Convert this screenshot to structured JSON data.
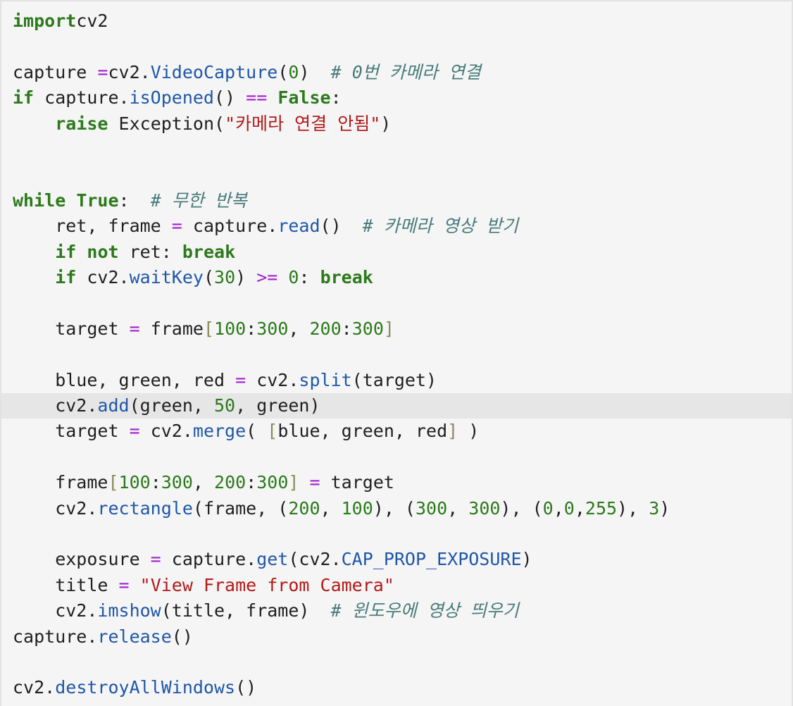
{
  "editor": {
    "language": "python",
    "active_line_index": 15,
    "colors": {
      "background": "#f5f5f5",
      "active_line": "#e6e6e6",
      "keyword": "#2c7a1b",
      "operator": "#a21fd1",
      "function": "#1e57a8",
      "number": "#2c7a1b",
      "string": "#b21a1a",
      "comment": "#487b7b",
      "plain": "#1f1f1f"
    },
    "lines": [
      [
        [
          "kw",
          "import"
        ],
        [
          "",
          "cv2"
        ]
      ],
      [],
      [
        [
          "",
          "capture "
        ],
        [
          "op",
          "="
        ],
        [
          "",
          "cv2."
        ],
        [
          "fn",
          "VideoCapture"
        ],
        [
          "",
          "("
        ],
        [
          "num",
          "0"
        ],
        [
          "",
          ")  "
        ],
        [
          "cm",
          "# 0번 카메라 연결"
        ]
      ],
      [
        [
          "kw",
          "if"
        ],
        [
          "",
          " capture."
        ],
        [
          "fn",
          "isOpened"
        ],
        [
          "",
          "() "
        ],
        [
          "op",
          "=="
        ],
        [
          "",
          " "
        ],
        [
          "kw",
          "False"
        ],
        [
          "",
          ":"
        ]
      ],
      [
        [
          "",
          "    "
        ],
        [
          "kw",
          "raise"
        ],
        [
          "",
          " Exception("
        ],
        [
          "str",
          "\"카메라 연결 안됨\""
        ],
        [
          "",
          ")"
        ]
      ],
      [],
      [],
      [
        [
          "kw",
          "while"
        ],
        [
          "",
          " "
        ],
        [
          "kw",
          "True"
        ],
        [
          "",
          ":  "
        ],
        [
          "cm",
          "# 무한 반복"
        ]
      ],
      [
        [
          "",
          "    ret, frame "
        ],
        [
          "op",
          "="
        ],
        [
          "",
          " capture."
        ],
        [
          "fn",
          "read"
        ],
        [
          "",
          "()  "
        ],
        [
          "cm",
          "# 카메라 영상 받기"
        ]
      ],
      [
        [
          "",
          "    "
        ],
        [
          "kw",
          "if"
        ],
        [
          "",
          " "
        ],
        [
          "kw",
          "not"
        ],
        [
          "",
          " ret: "
        ],
        [
          "kw",
          "break"
        ]
      ],
      [
        [
          "",
          "    "
        ],
        [
          "kw",
          "if"
        ],
        [
          "",
          " cv2."
        ],
        [
          "fn",
          "waitKey"
        ],
        [
          "",
          "("
        ],
        [
          "num",
          "30"
        ],
        [
          "",
          ") "
        ],
        [
          "op",
          ">="
        ],
        [
          "",
          " "
        ],
        [
          "num",
          "0"
        ],
        [
          "",
          ": "
        ],
        [
          "kw",
          "break"
        ]
      ],
      [],
      [
        [
          "",
          "    target "
        ],
        [
          "op",
          "="
        ],
        [
          "",
          " frame"
        ],
        [
          "br",
          "["
        ],
        [
          "num",
          "100"
        ],
        [
          "",
          ":"
        ],
        [
          "num",
          "300"
        ],
        [
          "",
          ", "
        ],
        [
          "num",
          "200"
        ],
        [
          "",
          ":"
        ],
        [
          "num",
          "300"
        ],
        [
          "br",
          "]"
        ]
      ],
      [],
      [
        [
          "",
          "    blue, green, red "
        ],
        [
          "op",
          "="
        ],
        [
          "",
          " cv2."
        ],
        [
          "fn",
          "split"
        ],
        [
          "",
          "(target)"
        ]
      ],
      [
        [
          "",
          "    cv2."
        ],
        [
          "fn",
          "add"
        ],
        [
          "",
          "(green, "
        ],
        [
          "num",
          "50"
        ],
        [
          "",
          ", green)"
        ]
      ],
      [
        [
          "",
          "    target "
        ],
        [
          "op",
          "="
        ],
        [
          "",
          " cv2."
        ],
        [
          "fn",
          "merge"
        ],
        [
          "",
          "( "
        ],
        [
          "br",
          "["
        ],
        [
          "",
          "blue, green, red"
        ],
        [
          "br",
          "]"
        ],
        [
          "",
          " )"
        ]
      ],
      [],
      [
        [
          "",
          "    frame"
        ],
        [
          "br",
          "["
        ],
        [
          "num",
          "100"
        ],
        [
          "",
          ":"
        ],
        [
          "num",
          "300"
        ],
        [
          "",
          ", "
        ],
        [
          "num",
          "200"
        ],
        [
          "",
          ":"
        ],
        [
          "num",
          "300"
        ],
        [
          "br",
          "]"
        ],
        [
          "",
          " "
        ],
        [
          "op",
          "="
        ],
        [
          "",
          " target"
        ]
      ],
      [
        [
          "",
          "    cv2."
        ],
        [
          "fn",
          "rectangle"
        ],
        [
          "",
          "(frame, ("
        ],
        [
          "num",
          "200"
        ],
        [
          "",
          ", "
        ],
        [
          "num",
          "100"
        ],
        [
          "",
          "), ("
        ],
        [
          "num",
          "300"
        ],
        [
          "",
          ", "
        ],
        [
          "num",
          "300"
        ],
        [
          "",
          "), ("
        ],
        [
          "num",
          "0"
        ],
        [
          "",
          ","
        ],
        [
          "num",
          "0"
        ],
        [
          "",
          ","
        ],
        [
          "num",
          "255"
        ],
        [
          "",
          "), "
        ],
        [
          "num",
          "3"
        ],
        [
          "",
          ")"
        ]
      ],
      [],
      [
        [
          "",
          "    exposure "
        ],
        [
          "op",
          "="
        ],
        [
          "",
          " capture."
        ],
        [
          "fn",
          "get"
        ],
        [
          "",
          "(cv2."
        ],
        [
          "fn",
          "CAP_PROP_EXPOSURE"
        ],
        [
          "",
          ")"
        ]
      ],
      [
        [
          "",
          "    title "
        ],
        [
          "op",
          "="
        ],
        [
          "",
          " "
        ],
        [
          "str",
          "\"View Frame from Camera\""
        ]
      ],
      [
        [
          "",
          "    cv2."
        ],
        [
          "fn",
          "imshow"
        ],
        [
          "",
          "(title, frame)  "
        ],
        [
          "cm",
          "# 윈도우에 영상 띄우기"
        ]
      ],
      [
        [
          "",
          "capture."
        ],
        [
          "fn",
          "release"
        ],
        [
          "",
          "()"
        ]
      ],
      [],
      [
        [
          "",
          "cv2."
        ],
        [
          "fn",
          "destroyAllWindows"
        ],
        [
          "",
          "()"
        ]
      ]
    ]
  }
}
